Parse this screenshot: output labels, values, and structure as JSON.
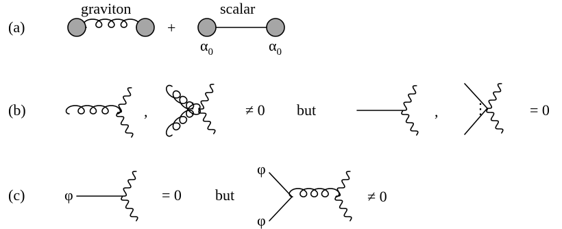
{
  "row_a": {
    "label": "(a)",
    "graviton_label": "graviton",
    "plus": "+",
    "scalar_label": "scalar",
    "alpha": "α",
    "alpha_sub": "0"
  },
  "row_b": {
    "label": "(b)",
    "comma": ",",
    "dots": "⋮",
    "neq": "≠ 0",
    "but": "but",
    "eq": "= 0"
  },
  "row_c": {
    "label": "(c)",
    "phi": "φ",
    "eq": "= 0",
    "but": "but",
    "neq": "≠ 0"
  }
}
